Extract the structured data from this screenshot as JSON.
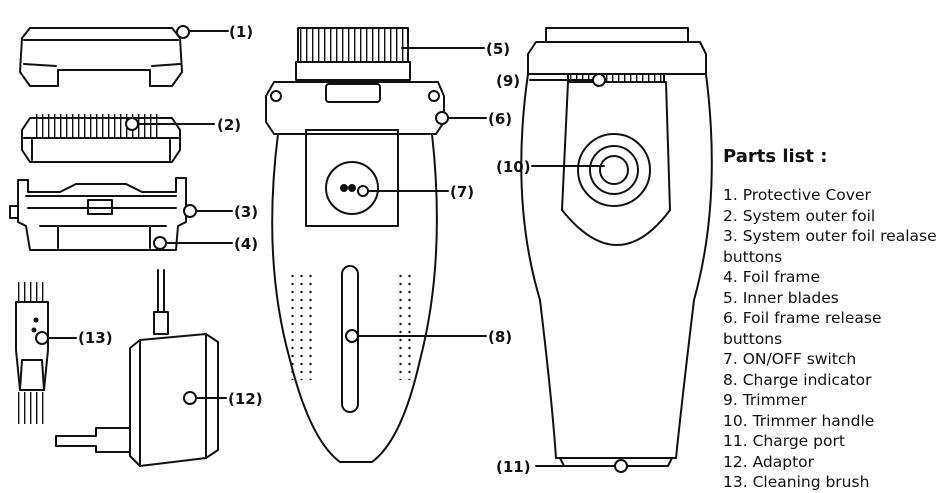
{
  "callouts": {
    "c1": "(1)",
    "c2": "(2)",
    "c3": "(3)",
    "c4": "(4)",
    "c5": "(5)",
    "c6": "(6)",
    "c7": "(7)",
    "c8": "(8)",
    "c9": "(9)",
    "c10": "(10)",
    "c11": "(11)",
    "c12": "(12)",
    "c13": "(13)"
  },
  "parts_list": {
    "title": "Parts list :",
    "items": [
      "1. Protective Cover",
      "2. System outer foil",
      "3. System outer foil realase buttons",
      "4. Foil frame",
      "5. Inner blades",
      "6. Foil frame release buttons",
      "7. ON/OFF switch",
      "8. Charge  indicator",
      "9. Trimmer",
      "10. Trimmer handle",
      "11. Charge port",
      "12. Adaptor",
      "13. Cleaning brush"
    ]
  },
  "style": {
    "line_color": "#111111",
    "background": "#ffffff"
  }
}
